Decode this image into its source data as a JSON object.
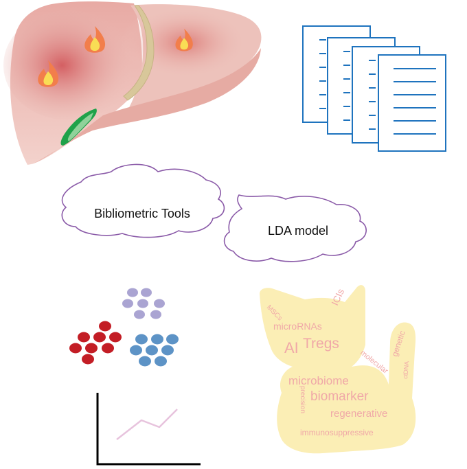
{
  "clouds": {
    "left_label": "Bibliometric Tools",
    "right_label": "LDA model"
  },
  "word_cloud": {
    "words": [
      "MSCs",
      "ICIs",
      "microRNAs",
      "AI",
      "Tregs",
      "genetic",
      "ctDNA",
      "molecular",
      "microbiome",
      "precision",
      "biomarker",
      "regenerative",
      "immunosuppressive"
    ]
  },
  "colors": {
    "liver_base": "#e8b9b2",
    "liver_inflamed": "#d66a6a",
    "gallbladder": "#1fa24a",
    "ligament": "#d8c79a",
    "flame_outer": "#f27e4b",
    "flame_inner": "#f9dd55",
    "document_stroke": "#1e73be",
    "cloud_stroke": "#8a5aa8",
    "cluster_purple": "#aaa4d2",
    "cluster_red": "#c31d25",
    "cluster_blue": "#5d93c6",
    "cat_fill": "#fbeeb5",
    "wordcloud_text": "#f0a8a8",
    "trend_line": "#e7c3dd",
    "axis": "#000000"
  }
}
